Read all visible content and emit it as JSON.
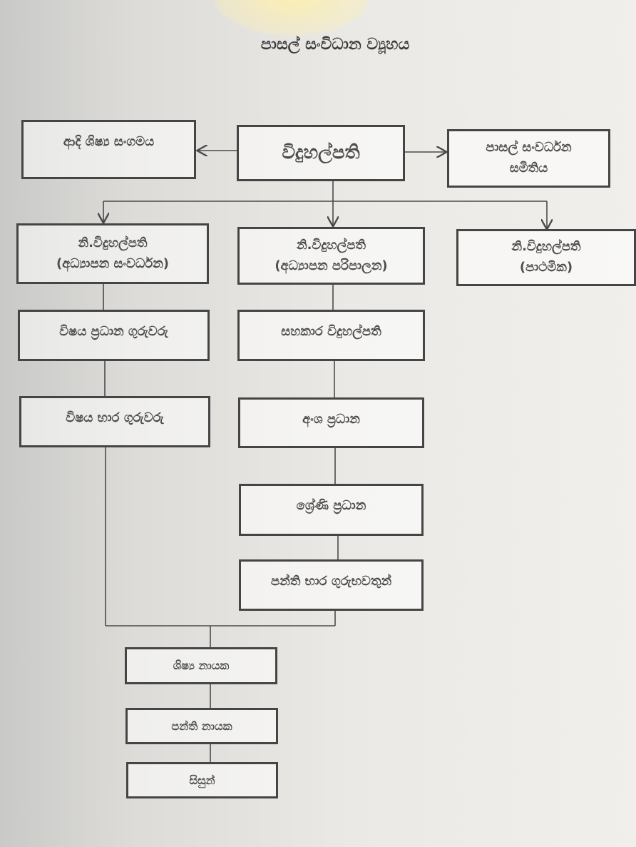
{
  "title": "පාසල් සංවිධාන ව්‍යූහය",
  "nodes": {
    "alumni": "ආදි ශිෂ්‍ය සංගමය",
    "principal": "විදුහල්පති",
    "sdc_line1": "පාසල් සංවර්ධන",
    "sdc_line2": "සමිතිය",
    "dp_dev_line1": "නි.විදුහල්පති",
    "dp_dev_line2": "(අධ්‍යාපන සංවර්ධන)",
    "dp_admin_line1": "නි.විදුහල්පති",
    "dp_admin_line2": "(අධ්‍යාපන පරිපාලන)",
    "dp_primary_line1": "නි.විදුහල්පති",
    "dp_primary_line2": "(පාථමික)",
    "subject_heads": "විෂය ප්‍රධාන ගුරුවරු",
    "assistant_principal": "සහකාර විදුහල්පති",
    "subject_teachers": "විෂය භාර ගුරුවරු",
    "section_heads": "අංශ ප්‍රධාන",
    "grade_heads": "ශ්‍රේණි ප්‍රධාන",
    "class_teachers": "පන්ති භාර ගුරුභවතුන්",
    "student_leaders": "ශිෂ්‍ය නායක",
    "class_leaders": "පන්ති නායක",
    "students": "සිසුන්"
  }
}
